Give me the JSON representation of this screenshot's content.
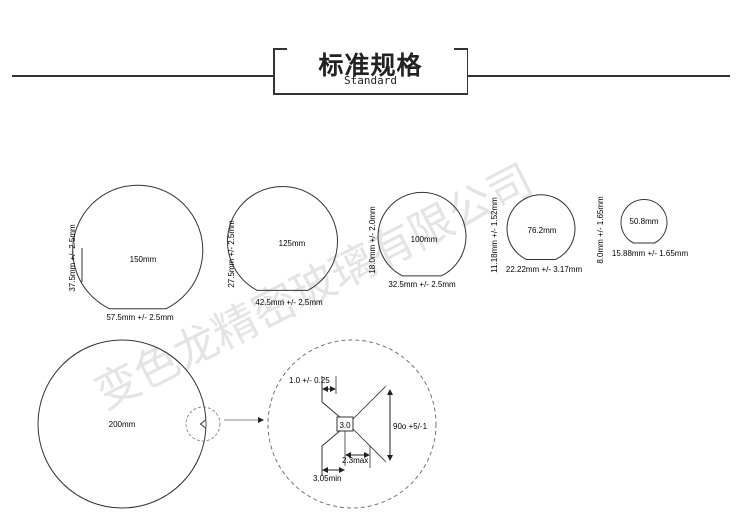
{
  "header": {
    "title": "标准规格",
    "subtitle": "Standard"
  },
  "wafers": [
    {
      "diameter": "150mm",
      "height": "37.5mm +/- 2.5mm",
      "flat": "57.5mm +/- 2.5mm"
    },
    {
      "diameter": "125mm",
      "height": "27.5mm +/- 2.5mm",
      "flat": "42.5mm +/- 2.5mm"
    },
    {
      "diameter": "100mm",
      "height": "18.0mm +/- 2.0mm",
      "flat": "32.5mm +/- 2.5mm"
    },
    {
      "diameter": "76.2mm",
      "height": "11.18mm +/- 1.52mm",
      "flat": "22.22mm +/- 3.17mm"
    },
    {
      "diameter": "50.8mm",
      "height": "8.0mm +/- 1.65mm",
      "flat": "15.88mm +/- 1.65mm"
    }
  ],
  "notch_wafer": {
    "diameter": "200mm",
    "detail": {
      "depth_label": "1.0 +/- 0.25",
      "box_label": "3.0",
      "angle_label": "90o +5/-1",
      "width_label": "2.3max",
      "min_label": "3.05min"
    }
  },
  "watermark": "变色龙精密玻璃有限公司",
  "colors": {
    "line": "#333333",
    "watermark": "#e3e3e3"
  }
}
